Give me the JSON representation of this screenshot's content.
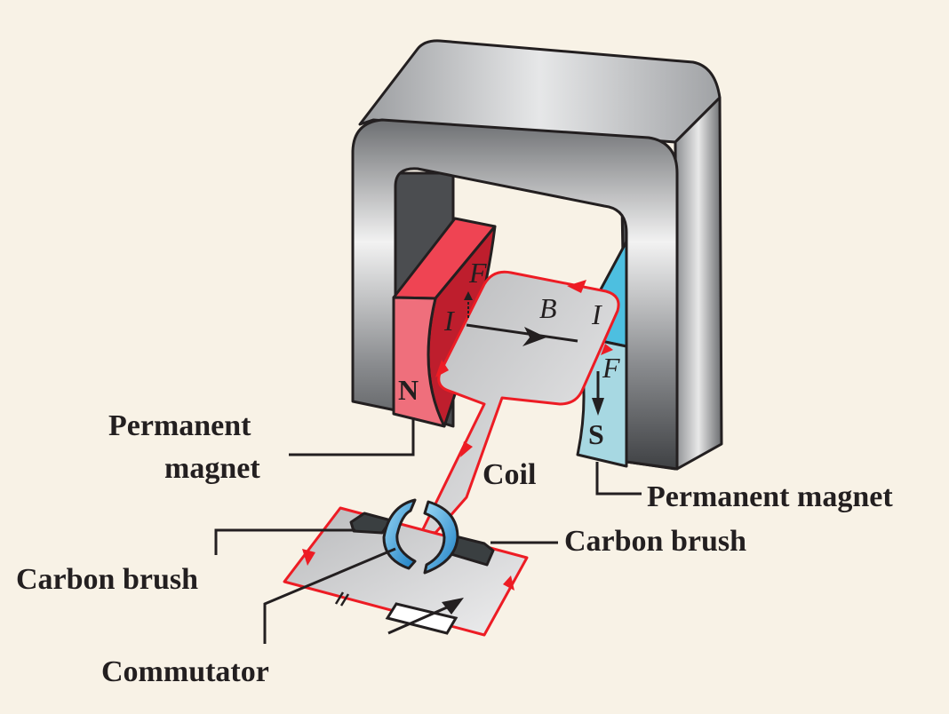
{
  "labels": {
    "permanent_magnet_left_line1": "Permanent",
    "permanent_magnet_left_line2": "magnet",
    "permanent_magnet_right": "Permanent magnet",
    "coil": "Coil",
    "carbon_brush_right": "Carbon brush",
    "carbon_brush_left": "Carbon brush",
    "commutator": "Commutator"
  },
  "symbols": {
    "north": "N",
    "south": "S",
    "force_left": "F",
    "force_right": "F",
    "current_left": "I",
    "current_right": "I",
    "field": "B"
  },
  "colors": {
    "background": "#f8f2e6",
    "north_pole": "#ef4453",
    "south_pole": "#4dbfe0",
    "current_path": "#ed1c24",
    "yoke": "#a7a9ac"
  }
}
